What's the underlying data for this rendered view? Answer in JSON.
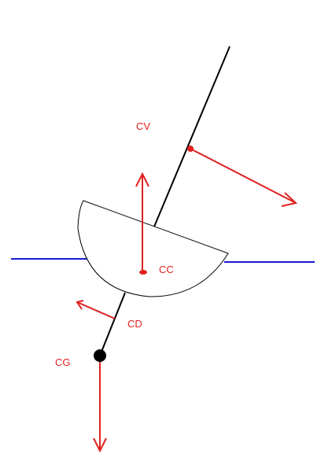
{
  "labels": {
    "cv": "CV",
    "cc": "CC",
    "cd": "CD",
    "cg": "CG"
  },
  "colors": {
    "force": "#e02020",
    "waterline": "#1a1acc",
    "mast": "#000000",
    "hull": "#000000"
  }
}
